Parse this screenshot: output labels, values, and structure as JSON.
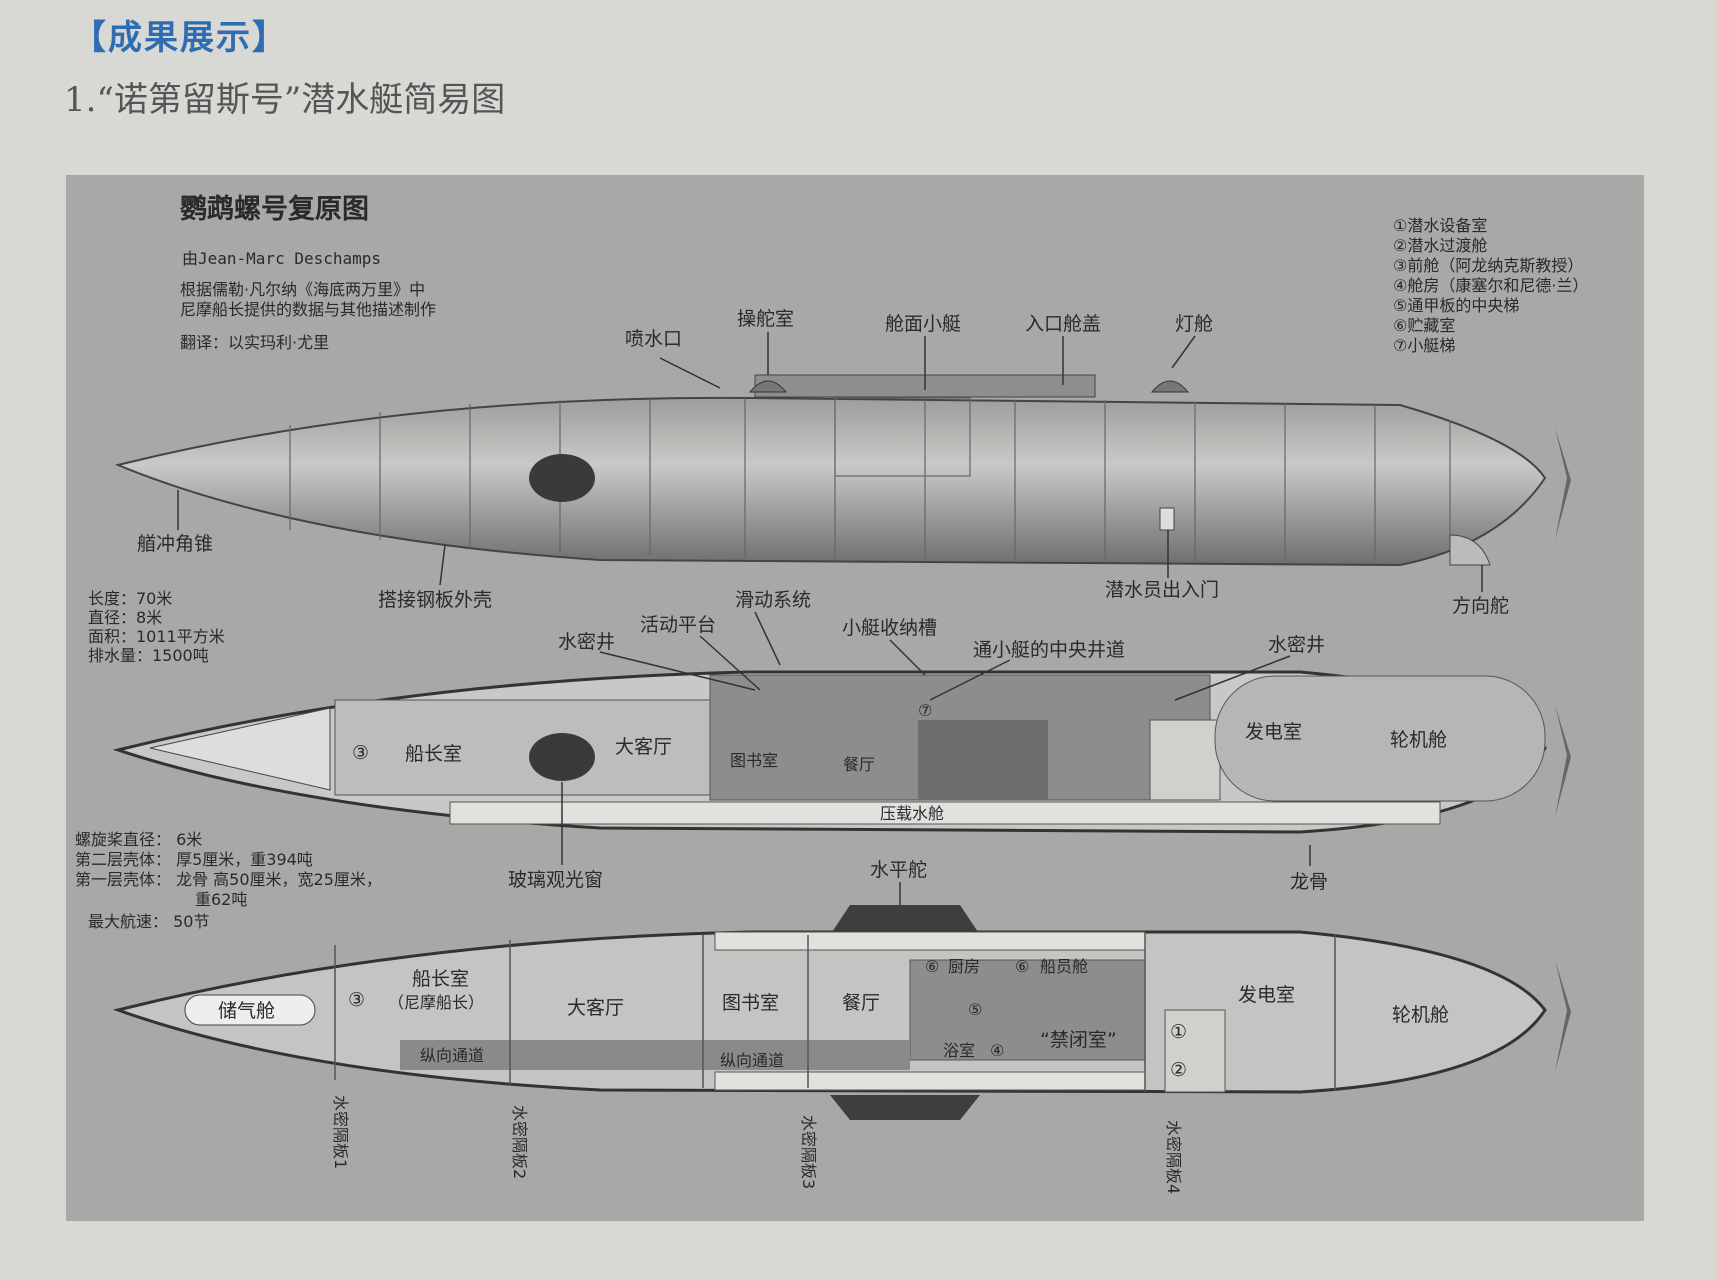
{
  "page": {
    "section_tag": "【成果展示】",
    "heading": "1.“诺第留斯号”潜水艇简易图"
  },
  "diagram": {
    "title": "鹦鹉螺号复原图",
    "credit": "由Jean-Marc Deschamps",
    "source_line1": "根据儒勒·凡尔纳《海底两万里》中",
    "source_line2": "尼摩船长提供的数据与其他描述制作",
    "translator": "翻译：以实玛利·尤里",
    "legend": [
      "①潜水设备室",
      "②潜水过渡舱",
      "③前舱（阿龙纳克斯教授）",
      "④舱房（康塞尔和尼德·兰）",
      "⑤通甲板的中央梯",
      "⑥贮藏室",
      "⑦小艇梯"
    ],
    "specs_top": [
      "长度：70米",
      "直径：8米",
      "面积：1011平方米",
      "排水量：1500吨"
    ],
    "specs_bottom": [
      "螺旋桨直径：  6米",
      "第二层壳体：  厚5厘米，重394吨",
      "第一层壳体：  龙骨  高50厘米，宽25厘米，",
      "重62吨",
      "最大航速：  50节"
    ],
    "exterior_labels": {
      "water_jet": "喷水口",
      "wheelhouse": "操舵室",
      "deck_boat": "舱面小艇",
      "entry_hatch": "入口舱盖",
      "lantern": "灯舱",
      "ram": "艏冲角锥",
      "hull": "搭接钢板外壳",
      "diver_door": "潜水员出入门",
      "rudder": "方向舵"
    },
    "section_labels": {
      "sliding_system": "滑动系统",
      "platform": "活动平台",
      "watertight_well_left": "水密井",
      "boat_slot": "小艇收纳槽",
      "central_shaft": "通小艇的中央井道",
      "watertight_well_right": "水密井",
      "num3": "③",
      "captain": "船长室",
      "salon": "大客厅",
      "library": "图书室",
      "dining": "餐厅",
      "num7": "⑦",
      "generator": "发电室",
      "engine": "轮机舱",
      "ballast": "压载水舱",
      "window": "玻璃观光窗",
      "hydroplane": "水平舵",
      "keel": "龙骨"
    },
    "plan_labels": {
      "air_tank": "储气舱",
      "num3": "③",
      "captain": "船长室",
      "captain_sub": "（尼摩船长）",
      "salon": "大客厅",
      "corridor1": "纵向通道",
      "library": "图书室",
      "dining": "餐厅",
      "corridor2": "纵向通道",
      "num6a": "⑥",
      "kitchen": "厨房",
      "num6b": "⑥",
      "crew": "船员舱",
      "num5": "⑤",
      "bath": "浴室",
      "num4": "④",
      "brig": "“禁闭室”",
      "num1": "①",
      "num2": "②",
      "generator": "发电室",
      "engine": "轮机舱",
      "bulkhead1": "水密隔板1",
      "bulkhead2": "水密隔板2",
      "bulkhead3": "水密隔板3",
      "bulkhead4": "水密隔板4"
    }
  }
}
